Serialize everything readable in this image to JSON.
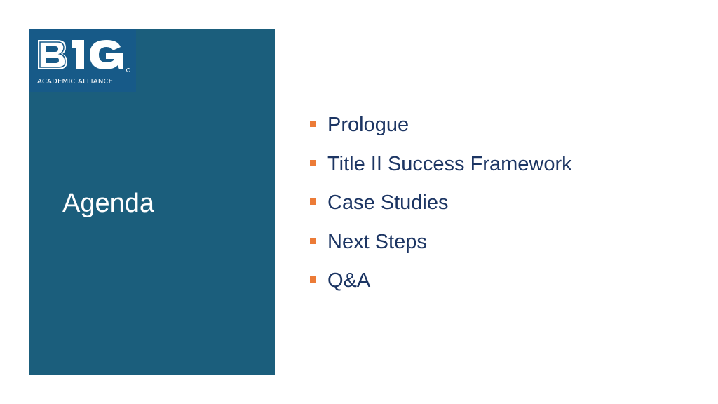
{
  "slide": {
    "logo": {
      "wordmark": "B1G",
      "tagline": "ACADEMIC ALLIANCE"
    },
    "title": "Agenda",
    "items": [
      {
        "label": "Prologue"
      },
      {
        "label": "Title II Success Framework"
      },
      {
        "label": "Case Studies"
      },
      {
        "label": "Next Steps"
      },
      {
        "label": "Q&A"
      }
    ]
  },
  "colors": {
    "panel": "#1b5e7c",
    "logo_background": "#175a88",
    "bullet": "#ec7b37",
    "text": "#1c3563"
  },
  "icons": {
    "bullet": "square-bullet-icon"
  }
}
